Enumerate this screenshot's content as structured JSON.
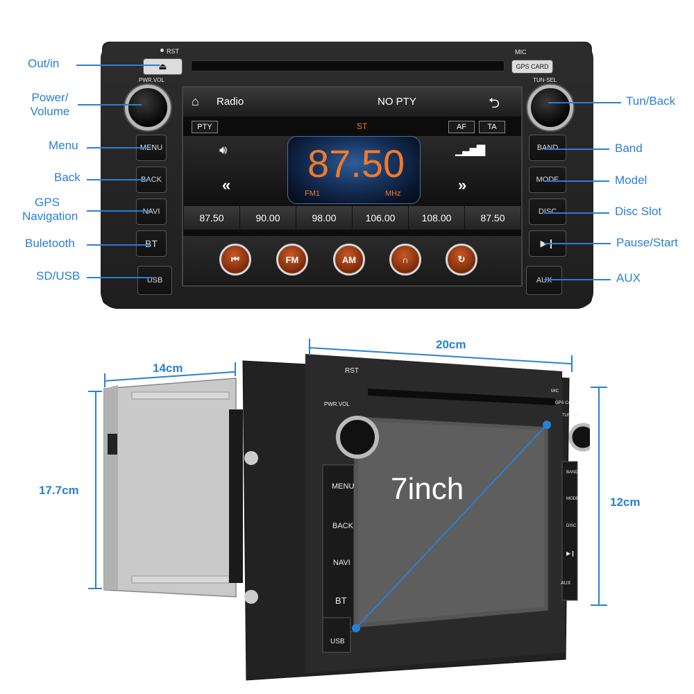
{
  "callouts_left": [
    {
      "label": "Out/in"
    },
    {
      "label": "Power/\nVolume"
    },
    {
      "label": "Menu"
    },
    {
      "label": "Back"
    },
    {
      "label": "GPS\nNavigation"
    },
    {
      "label": "Buletooth"
    },
    {
      "label": "SD/USB"
    }
  ],
  "callouts_right": [
    {
      "label": "Tun/Back"
    },
    {
      "label": "Band"
    },
    {
      "label": "Model"
    },
    {
      "label": "Disc Slot"
    },
    {
      "label": "Pause/Start"
    },
    {
      "label": "AUX"
    }
  ],
  "hardware": {
    "rst": "RST",
    "mic": "MIC",
    "gps_card": "GPS CARD",
    "pwr_vol": "PWR.VOL",
    "tun_sel": "TUN·SEL",
    "left_buttons": [
      "MENU",
      "BACK",
      "NAVI",
      "BT"
    ],
    "usb": "USB",
    "right_buttons": [
      "BAND",
      "MODE",
      "DISC",
      "▶❙"
    ],
    "aux": "AUX"
  },
  "screen": {
    "source": "Radio",
    "pty_status": "NO PTY",
    "pty_btn": "PTY",
    "st": "ST",
    "af_btn": "AF",
    "ta_btn": "TA",
    "frequency": "87.50",
    "band": "FM1",
    "unit": "MHz",
    "presets": [
      "87.50",
      "90.00",
      "98.00",
      "106.00",
      "108.00",
      "87.50"
    ],
    "bottom_buttons": [
      "⏮",
      "FM",
      "AM",
      "∩",
      "↻"
    ]
  },
  "dimensions": {
    "depth": "14cm",
    "height_side": "17.7cm",
    "width": "20cm",
    "height_front": "12cm",
    "screen_size": "7inch"
  },
  "colors": {
    "accent": "#2a7fd4",
    "frequency": "#f07a2c"
  }
}
